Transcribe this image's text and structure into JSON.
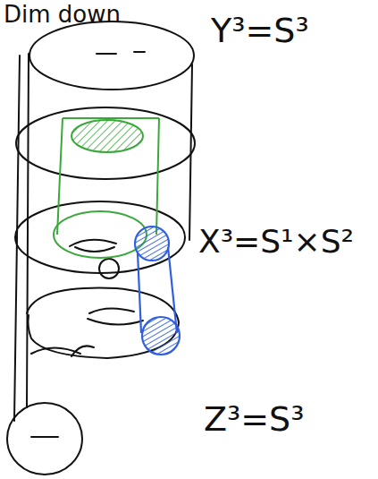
{
  "diagram": {
    "title": "Dim down",
    "labels": [
      "Y³=S³",
      "X³=S¹×S²",
      "Z³=S³"
    ]
  }
}
